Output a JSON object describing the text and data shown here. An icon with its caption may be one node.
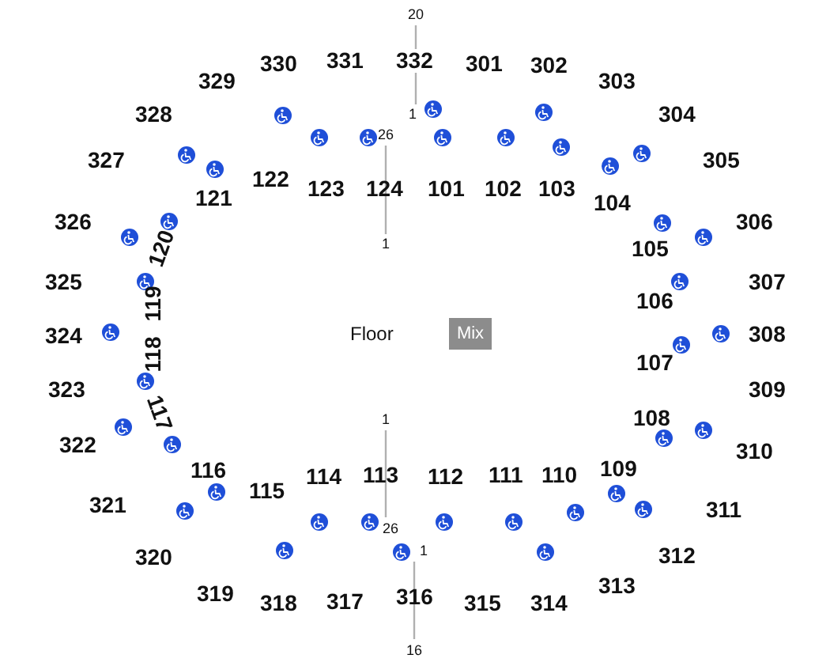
{
  "diagram": {
    "nodes": [
      {
        "text": [
          "Mix"
        ]
      }
    ],
    "labels": [
      "20",
      "330",
      "331",
      "332",
      "301",
      "302",
      "329",
      "303",
      "328",
      "304",
      "1",
      "26",
      "327",
      "305",
      "122",
      "123",
      "124",
      "101",
      "102",
      "103",
      "121",
      "104",
      "326",
      "306",
      "105",
      "120",
      "1",
      "325",
      "307",
      "119",
      "106",
      "324",
      "Floor",
      "308",
      "118",
      "107",
      "323",
      "309",
      "1",
      "117",
      "108",
      "322",
      "310",
      "116",
      "109",
      "115",
      "114",
      "113",
      "112",
      "111",
      "110",
      "321",
      "311",
      "26",
      "1",
      "320",
      "312",
      "319",
      "313",
      "318",
      "317",
      "316",
      "315",
      "314",
      "16"
    ]
  }
}
